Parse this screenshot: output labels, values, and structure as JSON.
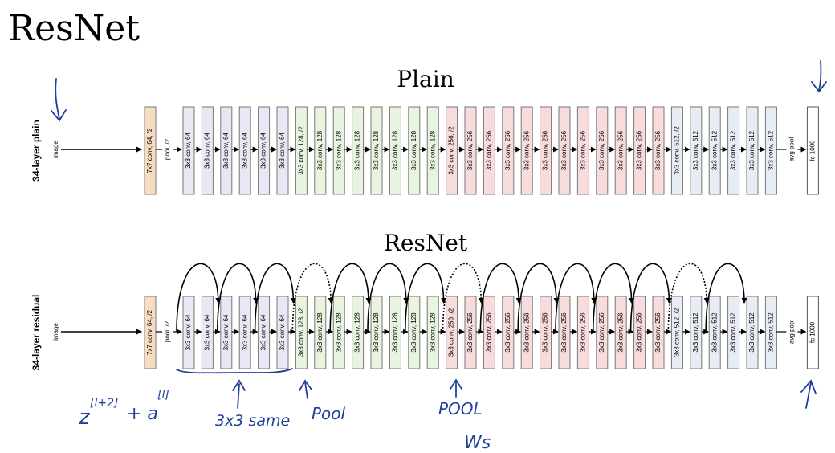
{
  "slide_title": "ResNet",
  "colors": {
    "conv7": "#f8dcc2",
    "c64": "#e8e8f4",
    "c128": "#e8f4df",
    "c256": "#f8dcdc",
    "c512": "#e8ecf4",
    "fc": "#ffffff",
    "ink": "#1f3f9a"
  },
  "diagrams": [
    {
      "id": "plain",
      "title": "Plain",
      "side_label": "34-layer plain",
      "input_label": "image",
      "pool_label": "pool, /2",
      "avg_pool_label": "avg pool",
      "fc_label": "fc 1000",
      "first_layer": "7x7 conv, 64, /2",
      "layers": [
        "3x3 conv, 64",
        "3x3 conv, 64",
        "3x3 conv, 64",
        "3x3 conv, 64",
        "3x3 conv, 64",
        "3x3 conv, 64",
        "3x3 conv, 128, /2",
        "3x3 conv, 128",
        "3x3 conv, 128",
        "3x3 conv, 128",
        "3x3 conv, 128",
        "3x3 conv, 128",
        "3x3 conv, 128",
        "3x3 conv, 128",
        "3x3 conv, 256, /2",
        "3x3 conv, 256",
        "3x3 conv, 256",
        "3x3 conv, 256",
        "3x3 conv, 256",
        "3x3 conv, 256",
        "3x3 conv, 256",
        "3x3 conv, 256",
        "3x3 conv, 256",
        "3x3 conv, 256",
        "3x3 conv, 256",
        "3x3 conv, 256",
        "3x3 conv, 512, /2",
        "3x3 conv, 512",
        "3x3 conv, 512",
        "3x3 conv, 512",
        "3x3 conv, 512",
        "3x3 conv, 512"
      ],
      "skips": []
    },
    {
      "id": "resnet",
      "title": "ResNet",
      "side_label": "34-layer residual",
      "input_label": "image",
      "pool_label": "pool, /2",
      "avg_pool_label": "avg pool",
      "fc_label": "fc 1000",
      "first_layer": "7x7 conv, 64, /2",
      "layers": [
        "3x3 conv, 64",
        "3x3 conv, 64",
        "3x3 conv, 64",
        "3x3 conv, 64",
        "3x3 conv, 64",
        "3x3 conv, 64",
        "3x3 conv, 128, /2",
        "3x3 conv, 128",
        "3x3 conv, 128",
        "3x3 conv, 128",
        "3x3 conv, 128",
        "3x3 conv, 128",
        "3x3 conv, 128",
        "3x3 conv, 128",
        "3x3 conv, 256, /2",
        "3x3 conv, 256",
        "3x3 conv, 256",
        "3x3 conv, 256",
        "3x3 conv, 256",
        "3x3 conv, 256",
        "3x3 conv, 256",
        "3x3 conv, 256",
        "3x3 conv, 256",
        "3x3 conv, 256",
        "3x3 conv, 256",
        "3x3 conv, 256",
        "3x3 conv, 512, /2",
        "3x3 conv, 512",
        "3x3 conv, 512",
        "3x3 conv, 512",
        "3x3 conv, 512",
        "3x3 conv, 512"
      ],
      "skips": [
        {
          "style": "solid"
        },
        {
          "style": "solid"
        },
        {
          "style": "solid"
        },
        {
          "style": "dotted"
        },
        {
          "style": "solid"
        },
        {
          "style": "solid"
        },
        {
          "style": "solid"
        },
        {
          "style": "dotted"
        },
        {
          "style": "solid"
        },
        {
          "style": "solid"
        },
        {
          "style": "solid"
        },
        {
          "style": "solid"
        },
        {
          "style": "solid"
        },
        {
          "style": "dotted"
        },
        {
          "style": "solid"
        },
        {
          "style": "solid"
        }
      ]
    }
  ],
  "annotations": {
    "equation_z": "z",
    "equation_z_sup": "[l+2]",
    "equation_plus": "+ a",
    "equation_a_sup": "[l]",
    "same_label": "3x3 same",
    "pool1_label": "Pool",
    "pool2_label": "POOL",
    "ws_label": "Ws"
  }
}
